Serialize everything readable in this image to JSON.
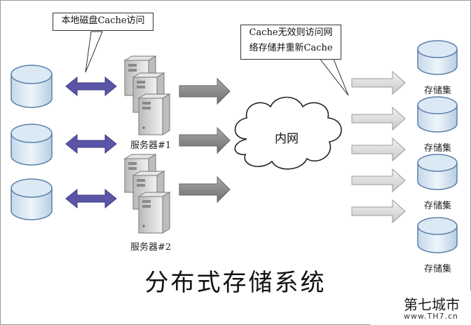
{
  "callouts": {
    "local_cache": "本地磁盘Cache访问",
    "cache_miss_line1": "Cache无效则访问网",
    "cache_miss_line2": "络存储并重新Cache"
  },
  "servers": [
    {
      "label": "服务器#1"
    },
    {
      "label": "服务器#2"
    }
  ],
  "network": {
    "label": "内网"
  },
  "storage_clusters": [
    {
      "label": "存储集"
    },
    {
      "label": "存储集"
    },
    {
      "label": "存储集"
    },
    {
      "label": "存储集"
    }
  ],
  "title": "分布式存储系统",
  "watermark": {
    "name": "第七城市",
    "url": "www.TH7.cn"
  },
  "colors": {
    "disk_fill": "#dbe9f5",
    "disk_stroke": "#5b7fa8",
    "double_arrow": "#5b55a8",
    "gray_arrow": "#8a8a8a",
    "light_arrow": "#d8d8d8"
  }
}
